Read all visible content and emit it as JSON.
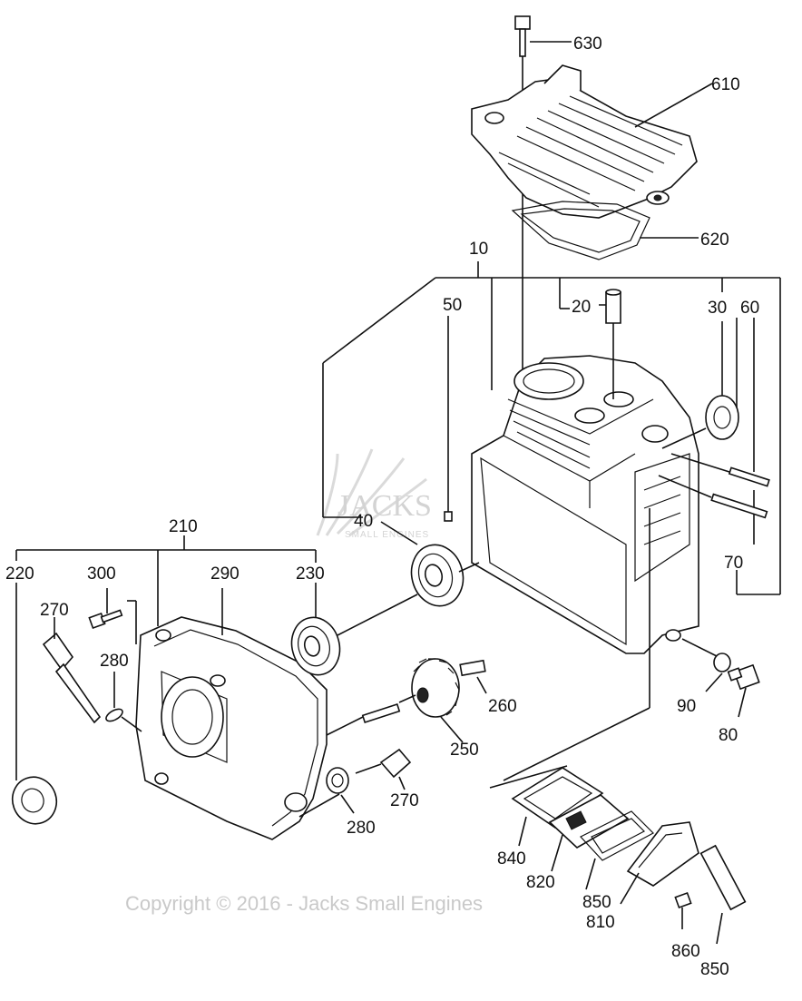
{
  "diagram": {
    "part_labels": {
      "p10": "10",
      "p20": "20",
      "p30": "30",
      "p40": "40",
      "p50": "50",
      "p60": "60",
      "p70": "70",
      "p80": "80",
      "p90": "90",
      "p210": "210",
      "p220": "220",
      "p230": "230",
      "p250": "250",
      "p260": "260",
      "p270a": "270",
      "p270b": "270",
      "p280a": "280",
      "p280b": "280",
      "p290": "290",
      "p300": "300",
      "p610": "610",
      "p620": "620",
      "p630": "630",
      "p810": "810",
      "p820": "820",
      "p840": "840",
      "p850a": "850",
      "p850b": "850",
      "p860": "860"
    },
    "watermark": {
      "logo_text": "JACKS",
      "logo_sub": "SMALL ENGINES",
      "copyright": "Copyright © 2016 - Jacks Small Engines"
    }
  }
}
